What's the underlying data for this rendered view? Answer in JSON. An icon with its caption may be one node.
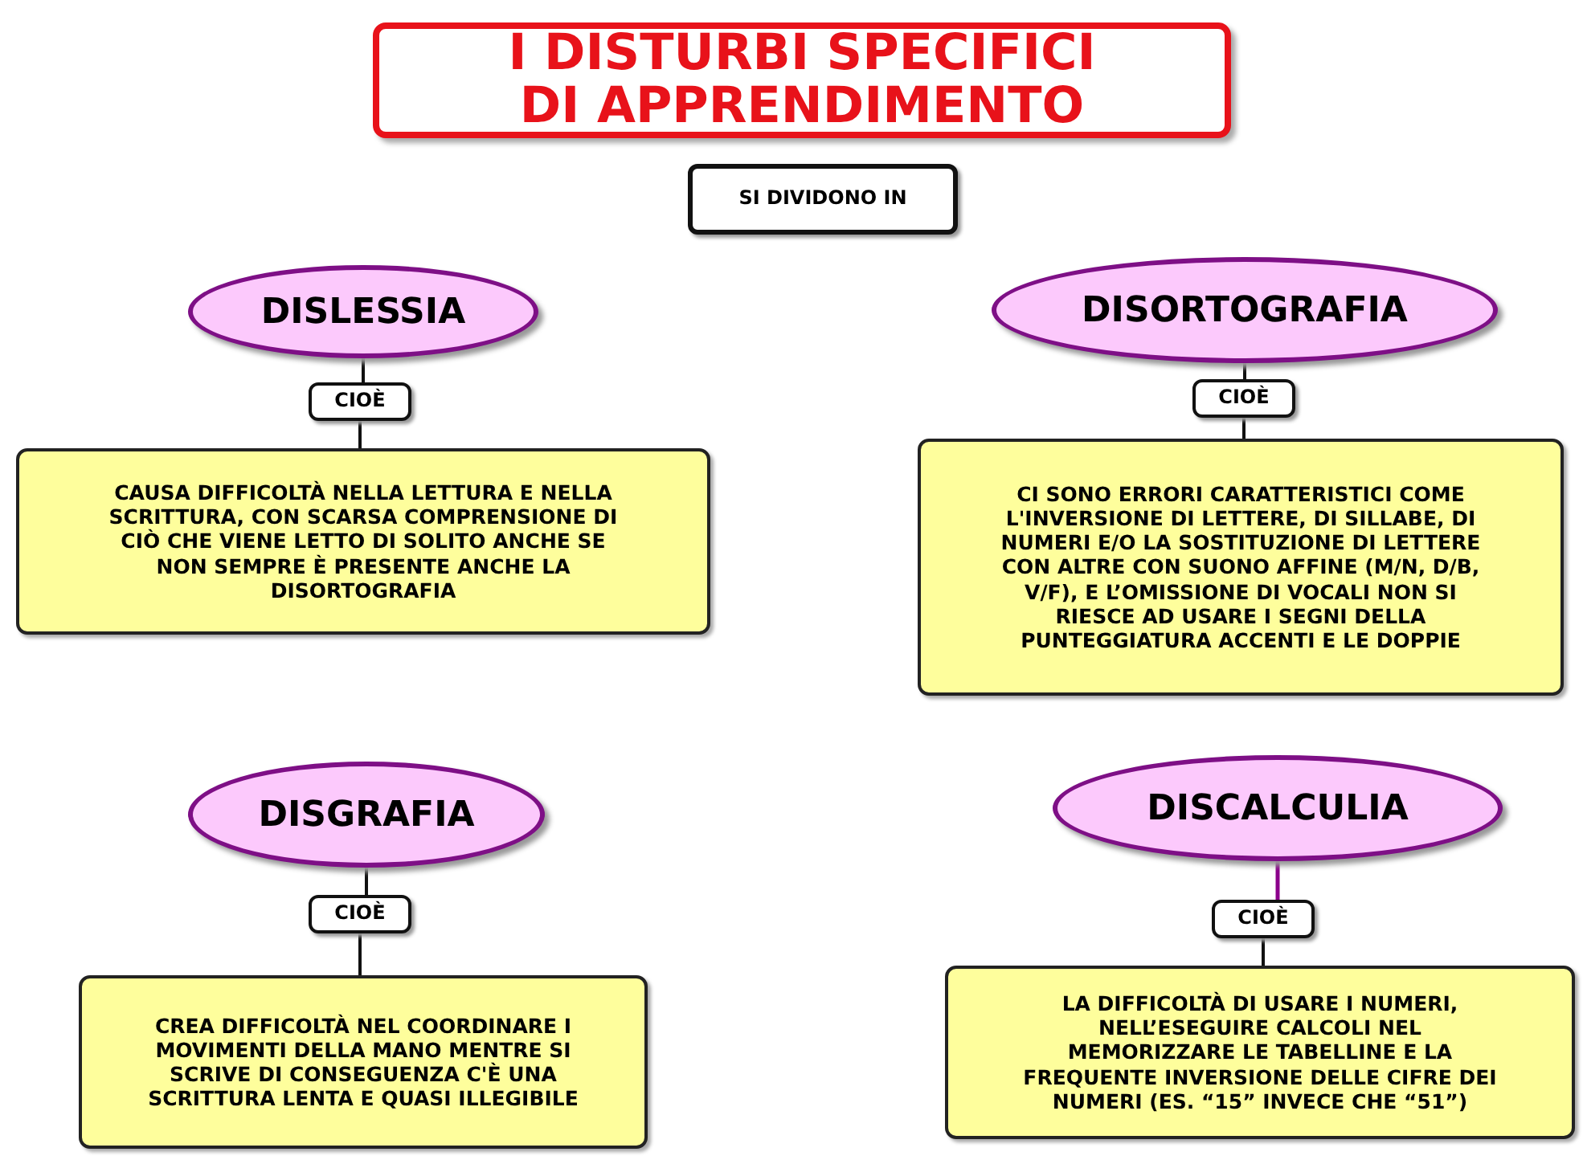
{
  "diagram": {
    "nodes": [
      {
        "text": [
          "I DISTURBI SPECIFICI DI APPRENDIMENTO"
        ]
      },
      {
        "text": [
          "SI DIVIDONO IN"
        ]
      },
      {
        "text": [
          "DISLESSIA"
        ]
      },
      {
        "text": [
          "DISORTOGRAFIA"
        ]
      },
      {
        "text": [
          "CIOÈ"
        ]
      },
      {
        "text": [
          "CIOÈ"
        ]
      },
      {
        "text": [
          "CAUSA  DIFFICOLTÀ  NELLA  LETTURA E  NELLA SCRITTURA, CON SCARSA COMPRENSIONE DI CIÒ CHE VIENE LETTO DI SOLITO ANCHE SE NON SEMPRE È PRESENTE ANCHE LA DISORTOGRAFIA"
        ]
      },
      {
        "text": [
          "CI SONO  ERRORI CARATTERISTICI COME L'INVERSIONE DI LETTERE, DI SILLABE, DI NUMERI E/O  LA  SOSTITUZIONE  DI  LETTERE CON  ALTRE  CON  SUONO  AFFINE (M/N,  D/B,  V/F),  E L’OMISSIONE DI VOCALI NON SI RIESCE AD USARE I SEGNI DELLA PUNTEGGIATURA ACCENTI  E  LE  DOPPIE"
        ]
      },
      {
        "text": [
          "DISGRAFIA"
        ]
      },
      {
        "text": [
          "DISCALCULIA"
        ]
      },
      {
        "text": [
          "CIOÈ"
        ]
      },
      {
        "text": [
          "CIOÈ"
        ]
      },
      {
        "text": [
          "CREA DIFFICOLTÀ NEL COORDINARE I MOVIMENTI DELLA MANO MENTRE SI SCRIVE DI CONSEGUENZA C'È UNA SCRITTURA LENTA E QUASI ILLEGIBILE"
        ]
      },
      {
        "text": [
          "LA  DIFFICOLTÀ  DI USARE I  NUMERI,  NELL’ESEGUIRE CALCOLI NEL MEMORIZZARE LE TABELLINE E LA FREQUENTE INVERSIONE DELLE CIFRE DEI NUMERI (ES. “15” INVECE CHE “51”)"
        ]
      }
    ],
    "edges": [
      {
        "from": 2,
        "to": 4,
        "arrow": "none"
      },
      {
        "from": 4,
        "to": 6,
        "arrow": "none"
      },
      {
        "from": 3,
        "to": 5,
        "arrow": "none"
      },
      {
        "from": 5,
        "to": 7,
        "arrow": "none"
      },
      {
        "from": 8,
        "to": 10,
        "arrow": "none"
      },
      {
        "from": 10,
        "to": 12,
        "arrow": "none"
      },
      {
        "from": 9,
        "to": 11,
        "arrow": "none",
        "color": "#8b008b"
      },
      {
        "from": 11,
        "to": 13,
        "arrow": "none"
      }
    ]
  }
}
